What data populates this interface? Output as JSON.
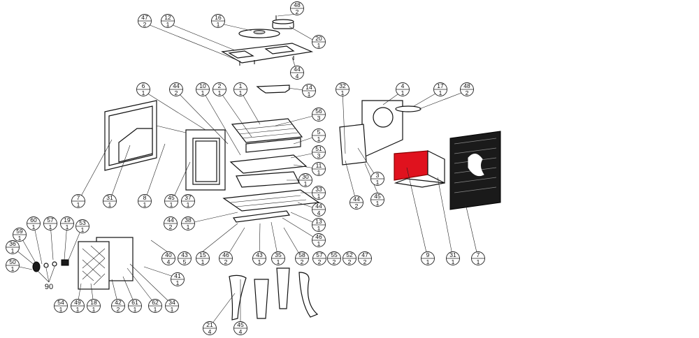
{
  "diagram": {
    "highlight_color": "#e0121e",
    "line_color": "#222222",
    "parts": [
      {
        "num": "48",
        "qty": "2"
      },
      {
        "num": "47",
        "qty": "2"
      },
      {
        "num": "12",
        "qty": "1"
      },
      {
        "num": "16",
        "qty": "1"
      },
      {
        "num": "20",
        "qty": "1"
      },
      {
        "num": "44",
        "qty": "4"
      },
      {
        "num": "14",
        "qty": "1"
      },
      {
        "num": "6",
        "qty": "1"
      },
      {
        "num": "44",
        "qty": "2"
      },
      {
        "num": "10",
        "qty": "1"
      },
      {
        "num": "2",
        "qty": "1"
      },
      {
        "num": "1",
        "qty": "1"
      },
      {
        "num": "56",
        "qty": "3"
      },
      {
        "num": "5",
        "qty": "1"
      },
      {
        "num": "51",
        "qty": "3"
      },
      {
        "num": "11",
        "qty": "1"
      },
      {
        "num": "30",
        "qty": "1"
      },
      {
        "num": "33",
        "qty": "1"
      },
      {
        "num": "44",
        "qty": "4"
      },
      {
        "num": "13",
        "qty": "1"
      },
      {
        "num": "46",
        "qty": "1"
      },
      {
        "num": "7",
        "qty": "1"
      },
      {
        "num": "31",
        "qty": "1"
      },
      {
        "num": "8",
        "qty": "1"
      },
      {
        "num": "45",
        "qty": "1"
      },
      {
        "num": "37",
        "qty": "1"
      },
      {
        "num": "44",
        "qty": "2"
      },
      {
        "num": "38",
        "qty": "1"
      },
      {
        "num": "15",
        "qty": "1"
      },
      {
        "num": "46",
        "qty": "2"
      },
      {
        "num": "43",
        "qty": "1"
      },
      {
        "num": "35",
        "qty": "1"
      },
      {
        "num": "58",
        "qty": "2"
      },
      {
        "num": "57",
        "qty": "2"
      },
      {
        "num": "55",
        "qty": "2"
      },
      {
        "num": "52",
        "qty": "2"
      },
      {
        "num": "47",
        "qty": "2"
      },
      {
        "num": "40",
        "qty": "4"
      },
      {
        "num": "43",
        "qty": "5"
      },
      {
        "num": "41",
        "qty": "1"
      },
      {
        "num": "21",
        "qty": "4"
      },
      {
        "num": "45",
        "qty": "4"
      },
      {
        "num": "60",
        "qty": "1"
      },
      {
        "num": "57",
        "qty": "1"
      },
      {
        "num": "19",
        "qty": "1"
      },
      {
        "num": "53",
        "qty": "1"
      },
      {
        "num": "59",
        "qty": "1"
      },
      {
        "num": "36",
        "qty": "1"
      },
      {
        "num": "50",
        "qty": "1"
      },
      {
        "num": "54",
        "qty": "1"
      },
      {
        "num": "49",
        "qty": "1"
      },
      {
        "num": "18",
        "qty": "1"
      },
      {
        "num": "42",
        "qty": "2"
      },
      {
        "num": "61",
        "qty": "1"
      },
      {
        "num": "62",
        "qty": "1"
      },
      {
        "num": "34",
        "qty": "1"
      },
      {
        "num": "32",
        "qty": "1"
      },
      {
        "num": "4",
        "qty": "1"
      },
      {
        "num": "17",
        "qty": "1"
      },
      {
        "num": "48",
        "qty": "2"
      },
      {
        "num": "3",
        "qty": "1"
      },
      {
        "num": "44",
        "qty": "2"
      },
      {
        "num": "45",
        "qty": "1"
      },
      {
        "num": "9",
        "qty": "1"
      },
      {
        "num": "31",
        "qty": "1"
      },
      {
        "num": "7",
        "qty": "1"
      }
    ],
    "group_label": "90"
  }
}
